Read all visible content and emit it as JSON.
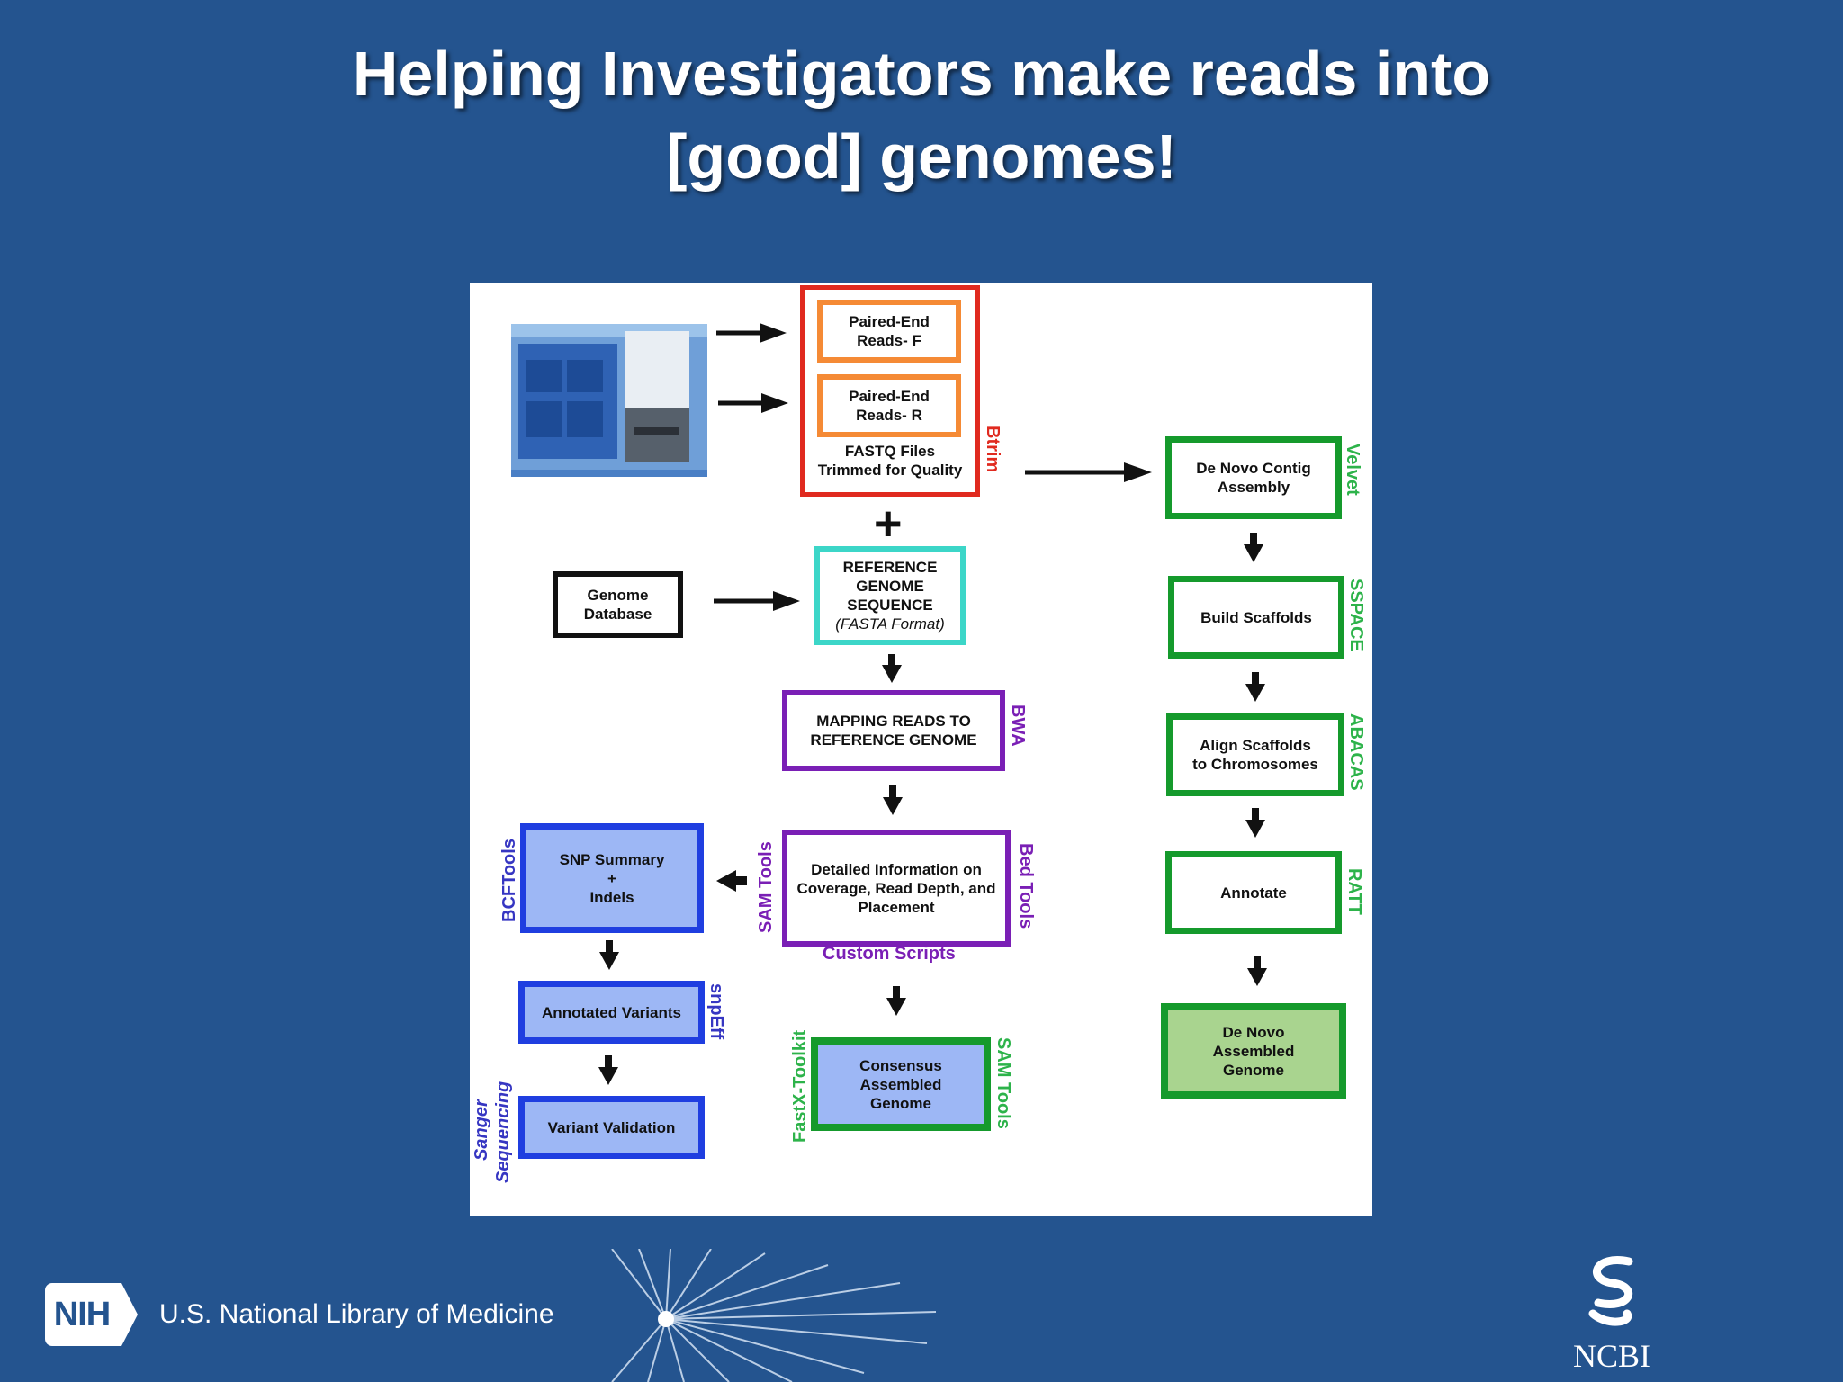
{
  "slide": {
    "title_line1": "Helping Investigators make reads into",
    "title_line2": "[good] genomes!"
  },
  "diagram": {
    "reads_f": [
      "Paired-End",
      "Reads- F"
    ],
    "reads_r": [
      "Paired-End",
      "Reads- R"
    ],
    "fastq": [
      "FASTQ Files",
      "Trimmed for Quality"
    ],
    "btrim": "Btrim",
    "plus": "+",
    "genome_db": [
      "Genome",
      "Database"
    ],
    "reference": [
      "REFERENCE",
      "GENOME",
      "SEQUENCE",
      "(FASTA Format)"
    ],
    "mapping": [
      "MAPPING READS TO",
      "REFERENCE GENOME"
    ],
    "bwa": "BWA",
    "detailed": [
      "Detailed Information on",
      "Coverage, Read Depth, and",
      "Placement"
    ],
    "sam_tools": "SAM Tools",
    "bed_tools": "Bed Tools",
    "custom_scripts": "Custom Scripts",
    "snp": [
      "SNP Summary",
      "+",
      "Indels"
    ],
    "bcftools": "BCFTools",
    "annotated_variants": "Annotated Variants",
    "snpeff": "snpEff",
    "variant_validation": "Variant Validation",
    "sanger": [
      "Sanger",
      "Sequencing"
    ],
    "consensus": [
      "Consensus",
      "Assembled",
      "Genome"
    ],
    "fastx": "FastX-Toolkit",
    "sam_tools_2": "SAM Tools",
    "denovo_contig": [
      "De Novo Contig",
      "Assembly"
    ],
    "velvet": "Velvet",
    "build_scaffolds": "Build Scaffolds",
    "sspace": "SSPACE",
    "align_scaffolds": [
      "Align Scaffolds",
      "to Chromosomes"
    ],
    "abacas": "ABACAS",
    "annotate": "Annotate",
    "ratt": "RATT",
    "denovo_genome": [
      "De Novo",
      "Assembled",
      "Genome"
    ]
  },
  "colors": {
    "background": "#24548f",
    "red": "#e02a1f",
    "orange": "#f58a35",
    "teal": "#3cd6c8",
    "purple": "#7a1fb5",
    "blue": "#1f3ee0",
    "light_blue": "#9db7f5",
    "green": "#159a2c",
    "light_green": "#a9d48f"
  },
  "footer": {
    "nih_mark": "NIH",
    "nih_text": "U.S. National Library of Medicine",
    "ncbi": "NCBI"
  }
}
